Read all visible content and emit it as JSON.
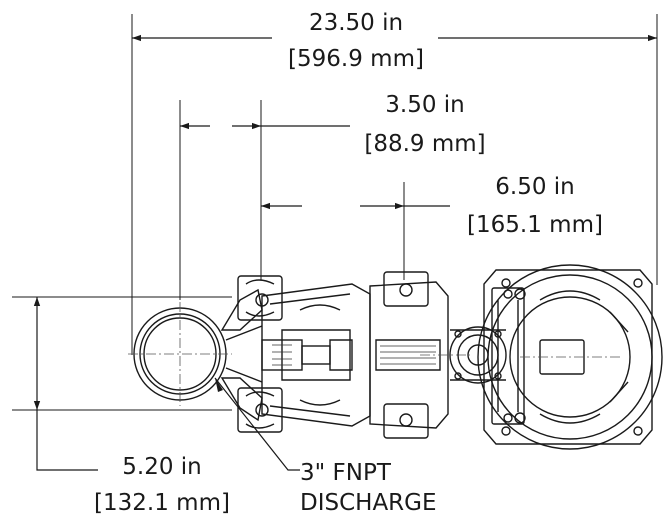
{
  "dimensions": {
    "overall_length": {
      "imperial": "23.50 in",
      "metric": "[596.9 mm]"
    },
    "suction_offset": {
      "imperial": "3.50 in",
      "metric": "[88.9 mm]"
    },
    "port_offset": {
      "imperial": "6.50 in",
      "metric": "[165.1 mm]"
    },
    "height": {
      "imperial": "5.20 in",
      "metric": "[132.1 mm]"
    }
  },
  "callouts": {
    "discharge": {
      "line1": "3\" FNPT",
      "line2": "DISCHARGE"
    }
  },
  "colors": {
    "ink": "#1a1a1a",
    "paper": "#ffffff"
  }
}
